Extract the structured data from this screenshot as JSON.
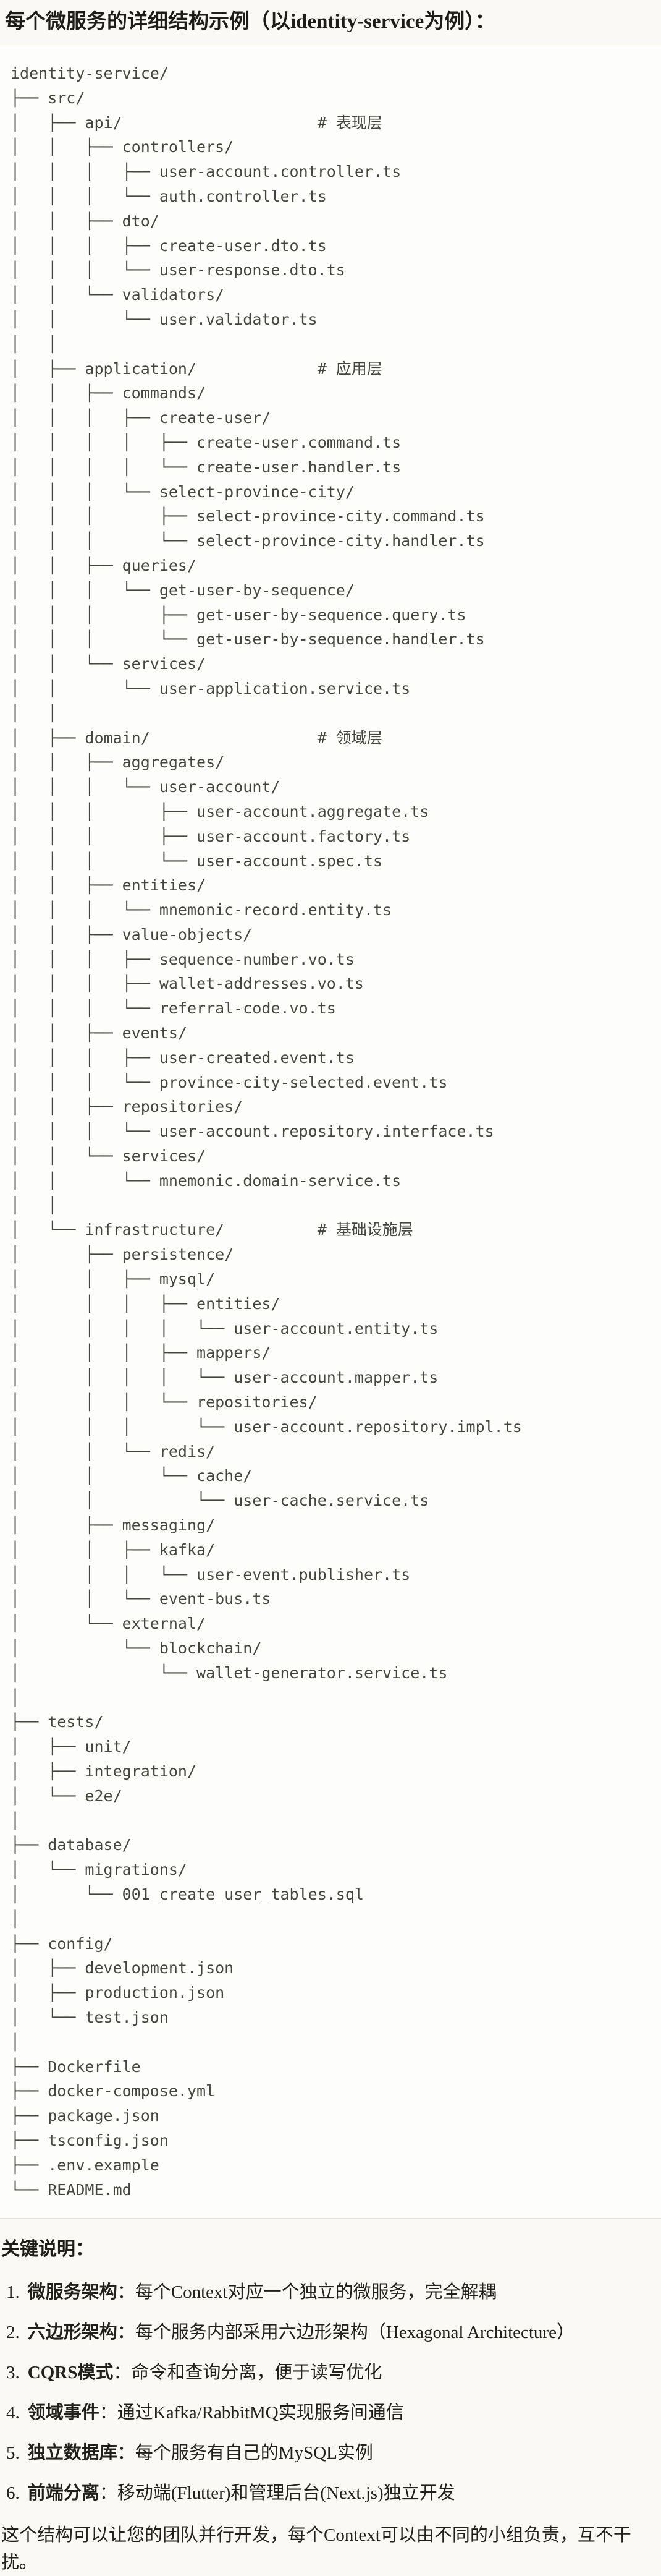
{
  "title": "每个微服务的详细结构示例（以identity-service为例）：",
  "colors": {
    "page_bg": "#FAF9F5",
    "code_bg": "#FDFDFB",
    "code_border": "#E2E0D7",
    "code_text": "#45453F",
    "body_text": "#21201B"
  },
  "code_block": {
    "tree_lines": [
      "identity-service/",
      "├── src/",
      "│   ├── api/                     # 表现层",
      "│   │   ├── controllers/",
      "│   │   │   ├── user-account.controller.ts",
      "│   │   │   └── auth.controller.ts",
      "│   │   ├── dto/",
      "│   │   │   ├── create-user.dto.ts",
      "│   │   │   └── user-response.dto.ts",
      "│   │   └── validators/",
      "│   │       └── user.validator.ts",
      "│   │",
      "│   ├── application/             # 应用层",
      "│   │   ├── commands/",
      "│   │   │   ├── create-user/",
      "│   │   │   │   ├── create-user.command.ts",
      "│   │   │   │   └── create-user.handler.ts",
      "│   │   │   └── select-province-city/",
      "│   │   │       ├── select-province-city.command.ts",
      "│   │   │       └── select-province-city.handler.ts",
      "│   │   ├── queries/",
      "│   │   │   └── get-user-by-sequence/",
      "│   │   │       ├── get-user-by-sequence.query.ts",
      "│   │   │       └── get-user-by-sequence.handler.ts",
      "│   │   └── services/",
      "│   │       └── user-application.service.ts",
      "│   │",
      "│   ├── domain/                  # 领域层",
      "│   │   ├── aggregates/",
      "│   │   │   └── user-account/",
      "│   │   │       ├── user-account.aggregate.ts",
      "│   │   │       ├── user-account.factory.ts",
      "│   │   │       └── user-account.spec.ts",
      "│   │   ├── entities/",
      "│   │   │   └── mnemonic-record.entity.ts",
      "│   │   ├── value-objects/",
      "│   │   │   ├── sequence-number.vo.ts",
      "│   │   │   ├── wallet-addresses.vo.ts",
      "│   │   │   └── referral-code.vo.ts",
      "│   │   ├── events/",
      "│   │   │   ├── user-created.event.ts",
      "│   │   │   └── province-city-selected.event.ts",
      "│   │   ├── repositories/",
      "│   │   │   └── user-account.repository.interface.ts",
      "│   │   └── services/",
      "│   │       └── mnemonic.domain-service.ts",
      "│   │",
      "│   └── infrastructure/          # 基础设施层",
      "│       ├── persistence/",
      "│       │   ├── mysql/",
      "│       │   │   ├── entities/",
      "│       │   │   │   └── user-account.entity.ts",
      "│       │   │   ├── mappers/",
      "│       │   │   │   └── user-account.mapper.ts",
      "│       │   │   └── repositories/",
      "│       │   │       └── user-account.repository.impl.ts",
      "│       │   └── redis/",
      "│       │       └── cache/",
      "│       │           └── user-cache.service.ts",
      "│       ├── messaging/",
      "│       │   ├── kafka/",
      "│       │   │   └── user-event.publisher.ts",
      "│       │   └── event-bus.ts",
      "│       └── external/",
      "│           └── blockchain/",
      "│               └── wallet-generator.service.ts",
      "│",
      "├── tests/",
      "│   ├── unit/",
      "│   ├── integration/",
      "│   └── e2e/",
      "│",
      "├── database/",
      "│   └── migrations/",
      "│       └── 001_create_user_tables.sql",
      "│",
      "├── config/",
      "│   ├── development.json",
      "│   ├── production.json",
      "│   └── test.json",
      "│",
      "├── Dockerfile",
      "├── docker-compose.yml",
      "├── package.json",
      "├── tsconfig.json",
      "├── .env.example",
      "└── README.md"
    ]
  },
  "notes": {
    "heading": "关键说明：",
    "items": [
      {
        "num": "1.",
        "label": "微服务架构",
        "separator": "：",
        "text": "每个Context对应一个独立的微服务，完全解耦"
      },
      {
        "num": "2.",
        "label": "六边形架构",
        "separator": "：",
        "text": "每个服务内部采用六边形架构（Hexagonal Architecture）"
      },
      {
        "num": "3.",
        "label": "CQRS模式",
        "separator": "：",
        "text": "命令和查询分离，便于读写优化"
      },
      {
        "num": "4.",
        "label": "领域事件",
        "separator": "：",
        "text": "通过Kafka/RabbitMQ实现服务间通信"
      },
      {
        "num": "5.",
        "label": "独立数据库",
        "separator": "：",
        "text": "每个服务有自己的MySQL实例"
      },
      {
        "num": "6.",
        "label": "前端分离",
        "separator": "：",
        "text": "移动端(Flutter)和管理后台(Next.js)独立开发"
      }
    ]
  },
  "closing": "这个结构可以让您的团队并行开发，每个Context可以由不同的小组负责，互不干扰。"
}
